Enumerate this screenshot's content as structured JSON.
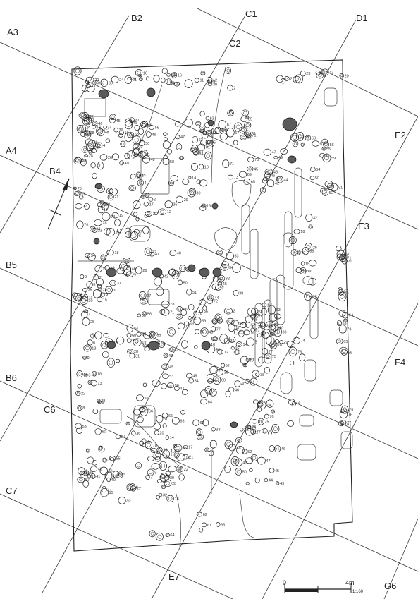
{
  "grid_labels": [
    "A3",
    "B2",
    "C1",
    "C2",
    "D1",
    "E2",
    "A4",
    "B4",
    "E3",
    "B5",
    "F4",
    "B6",
    "C6",
    "C7",
    "E7",
    "G6"
  ],
  "pit_numbers": [
    "20",
    "21",
    "23",
    "33",
    "24",
    "29",
    "36",
    "35",
    "10",
    "17",
    "14",
    "12",
    "11",
    "16",
    "5",
    "30",
    "2",
    "25",
    "4",
    "8",
    "9",
    "13",
    "34",
    "22",
    "28",
    "3",
    "6",
    "7",
    "31",
    "19",
    "15",
    "18",
    "26",
    "27",
    "32",
    "37",
    "38",
    "39",
    "40",
    "41",
    "42",
    "44",
    "45",
    "46",
    "47",
    "48",
    "49",
    "50",
    "51",
    "52",
    "53",
    "54",
    "55",
    "56",
    "57",
    "58",
    "59",
    "60",
    "61",
    "62",
    "63",
    "64",
    "65",
    "66",
    "67",
    "69",
    "70",
    "71",
    "72",
    "73",
    "74",
    "75",
    "76",
    "77",
    "78",
    "85",
    "1",
    "43"
  ],
  "scale": {
    "zero": "0",
    "end": "4m",
    "ratio": "1:160"
  },
  "colors": {
    "line": "#222222",
    "filled_pit": "#5a5a5a",
    "background": "#ffffff"
  }
}
